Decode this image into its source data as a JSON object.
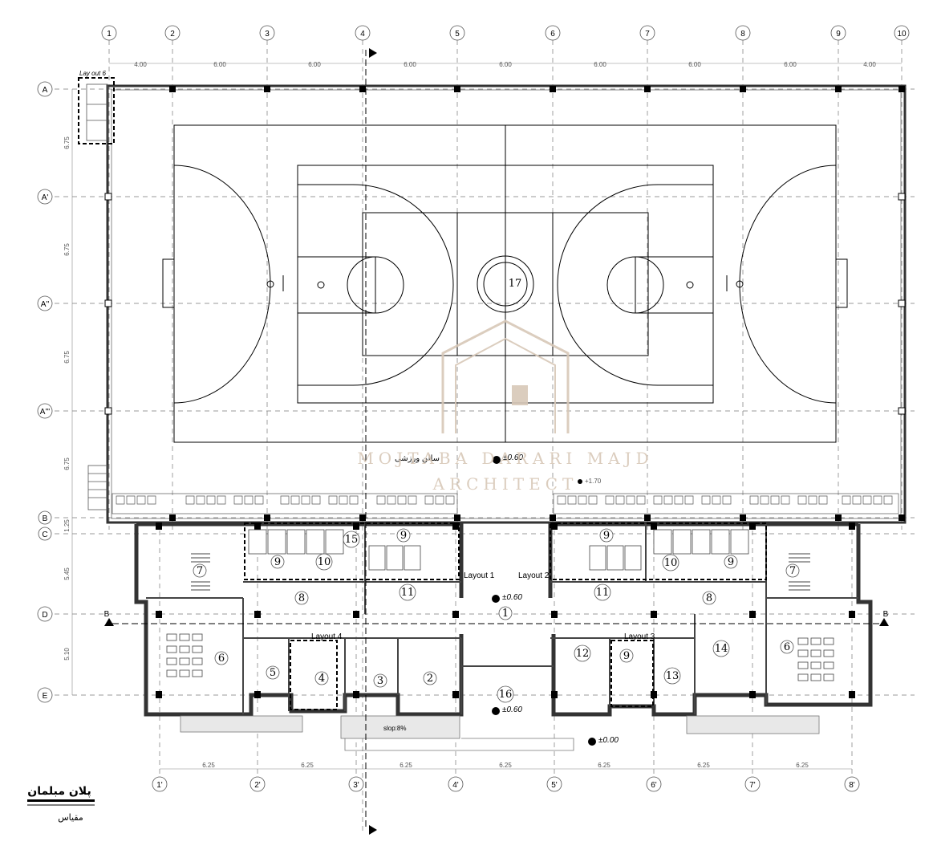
{
  "grid": {
    "top_axes": [
      "1",
      "2",
      "3",
      "4",
      "5",
      "6",
      "7",
      "8",
      "9",
      "10"
    ],
    "bottom_axes": [
      "1'",
      "2'",
      "3'",
      "4'",
      "5'",
      "6'",
      "7'",
      "8'"
    ],
    "left_axes": [
      "A",
      "A'",
      "A''",
      "A'''",
      "B",
      "C",
      "D",
      "E"
    ],
    "top_dimensions": [
      "4.00",
      "6.00",
      "6.00",
      "6.00",
      "6.00",
      "6.00",
      "6.00",
      "6.00",
      "4.00"
    ],
    "bottom_dimensions": [
      "6.25",
      "6.25",
      "6.25",
      "6.25",
      "6.25",
      "6.25",
      "6.25"
    ],
    "left_dimensions": [
      "6.75",
      "6.75",
      "6.75",
      "6.75",
      "1.25",
      "5.45",
      "5.10"
    ]
  },
  "layout_labels": {
    "layout1": "Layout 1",
    "layout2": "Layout 2",
    "layout3": "Layout 3",
    "layout4": "Layout 4",
    "layout6": "Lay out 6"
  },
  "rooms": {
    "r1": "1",
    "r2": "2",
    "r3": "3",
    "r4": "4",
    "r5": "5",
    "r6a": "6",
    "r6b": "6",
    "r7a": "7",
    "r7b": "7",
    "r8a": "8",
    "r8b": "8",
    "r9a": "9",
    "r9b": "9",
    "r9c": "9",
    "r9d": "9",
    "r9e": "9",
    "r10a": "10",
    "r10b": "10",
    "r11a": "11",
    "r11b": "11",
    "r12": "12",
    "r13": "13",
    "r14": "14",
    "r15": "15",
    "r16": "16",
    "r17": "17"
  },
  "levels": {
    "hall": "±0.60",
    "lobby": "±0.60",
    "entrance": "±0.60",
    "outside": "±0.00",
    "stand": "+1.70"
  },
  "notes": {
    "slope": "slop:8%",
    "hall_name": "سالن ورزشی"
  },
  "section_marks": {
    "left": "B",
    "right": "B"
  },
  "title_block": {
    "title": "پلان مبلمان",
    "scale": "مقیاس"
  },
  "watermark": {
    "line1": "MOJTABA DARARI MAJD",
    "line2": "ARCHITECT"
  }
}
